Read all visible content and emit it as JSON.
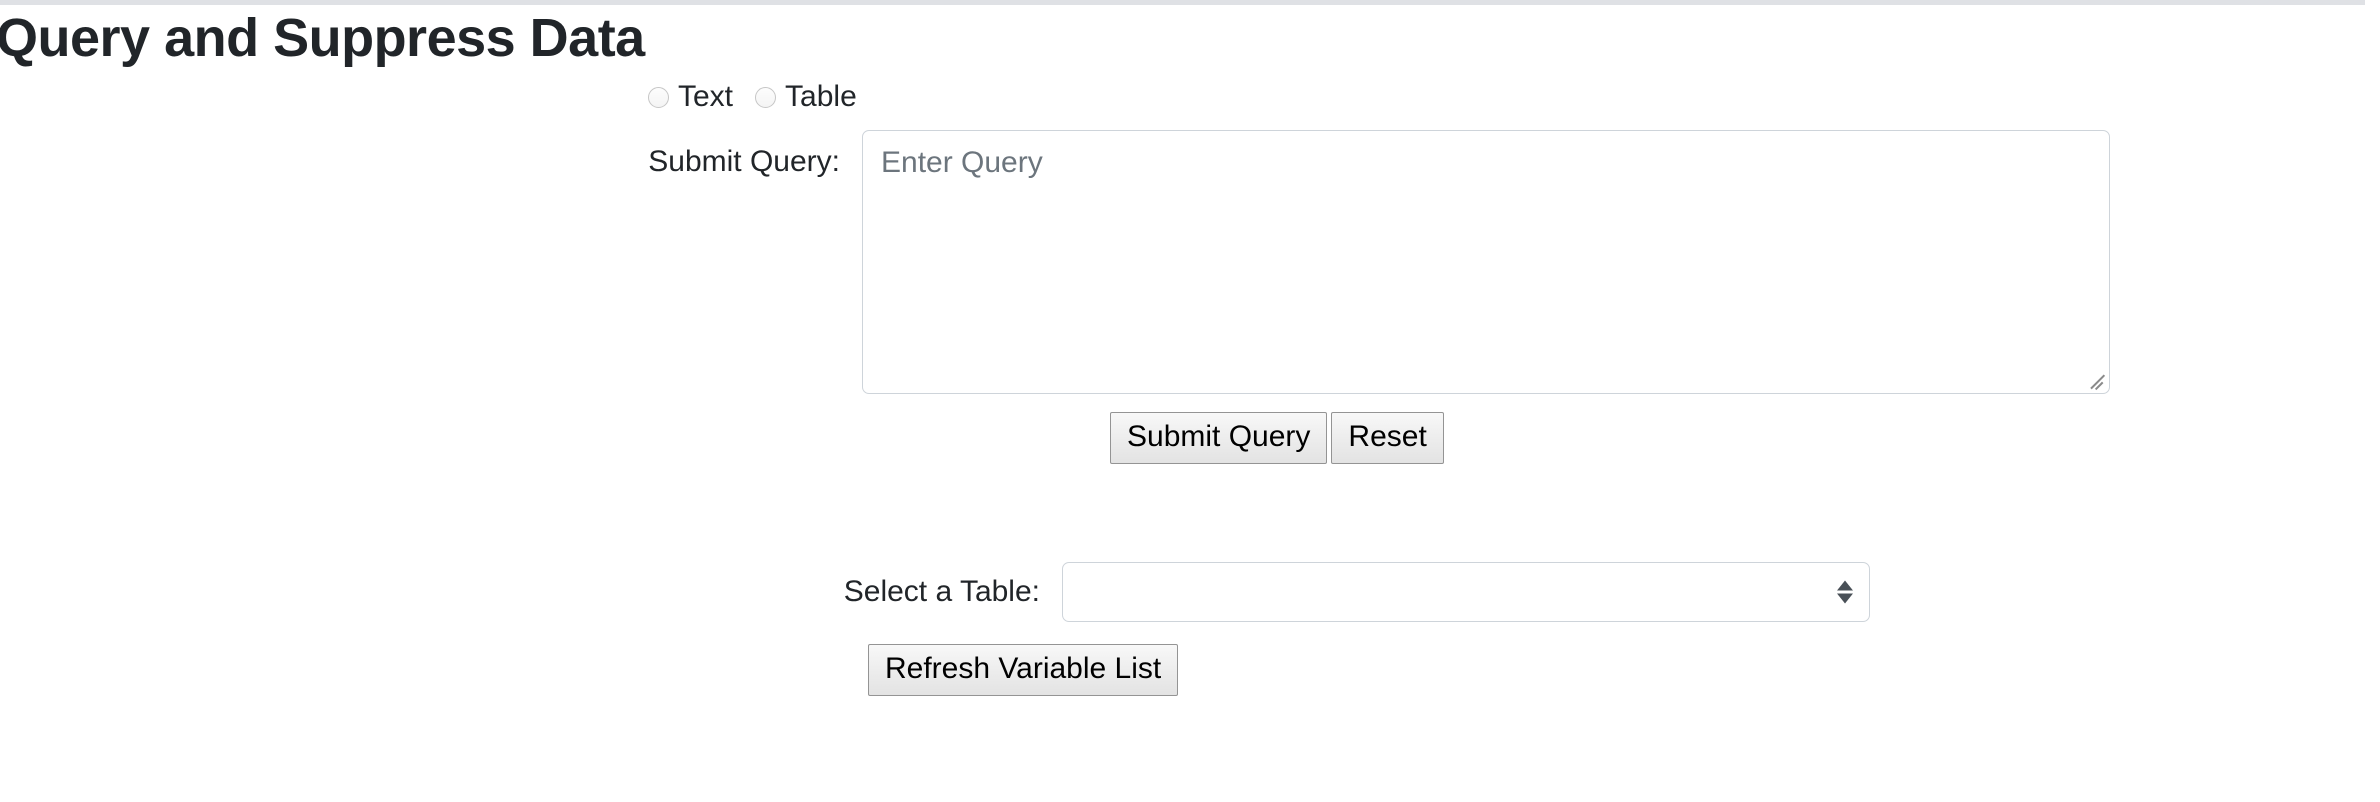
{
  "page": {
    "title": "Query and Suppress Data"
  },
  "output_format": {
    "options": [
      {
        "label": "Text",
        "selected": false
      },
      {
        "label": "Table",
        "selected": false
      }
    ]
  },
  "query_form": {
    "label": "Submit Query:",
    "textarea": {
      "placeholder": "Enter Query",
      "value": ""
    },
    "submit_label": "Submit Query",
    "reset_label": "Reset"
  },
  "table_form": {
    "label": "Select a Table:",
    "select": {
      "selected_value": "",
      "options": []
    },
    "refresh_label": "Refresh Variable List"
  },
  "colors": {
    "text": "#212529",
    "placeholder": "#6c757d",
    "field_border": "#ced4da",
    "button_border": "#949494",
    "scroll_track": "#dfe1e5",
    "arrow": "#495057"
  }
}
